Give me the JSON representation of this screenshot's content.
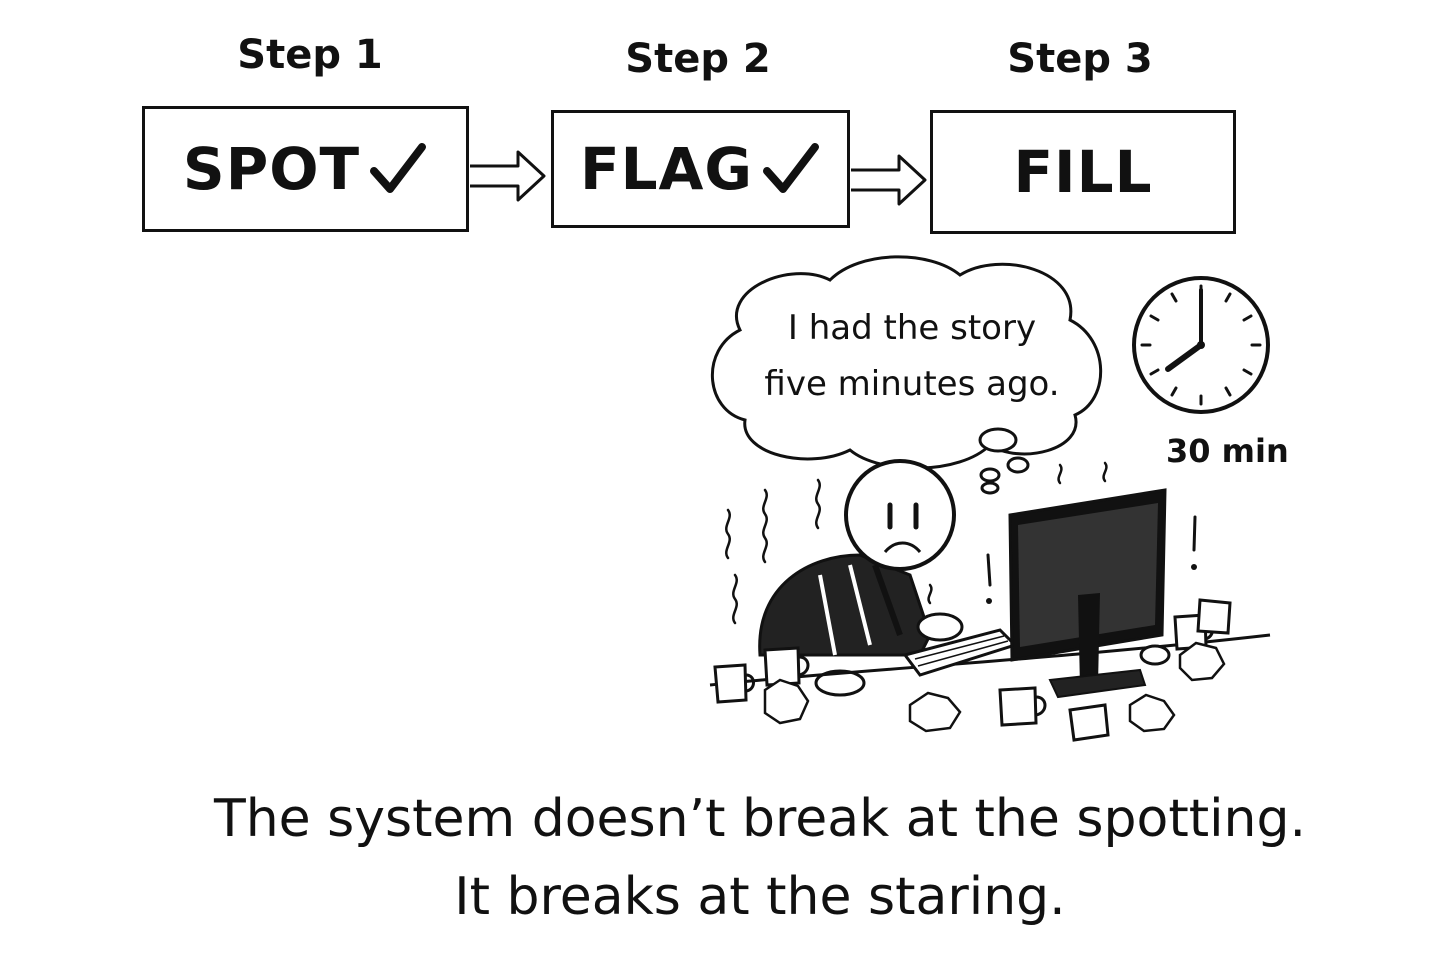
{
  "steps": [
    {
      "label": "Step 1",
      "name": "SPOT",
      "checked": true
    },
    {
      "label": "Step 2",
      "name": "FLAG",
      "checked": true
    },
    {
      "label": "Step 3",
      "name": "FILL",
      "checked": false
    }
  ],
  "thought": {
    "line1": "I had the story",
    "line2": "five minutes ago."
  },
  "timer": {
    "label": "30 min",
    "clock_time": "8:00"
  },
  "caption": {
    "line1": "The system doesn’t break at the spotting.",
    "line2": "It breaks at the staring."
  },
  "icons": [
    "check-icon",
    "arrow-icon",
    "clock-icon",
    "thought-bubble-icon",
    "computer-monitor-icon",
    "coffee-mug-icon",
    "crumpled-paper-icon"
  ]
}
